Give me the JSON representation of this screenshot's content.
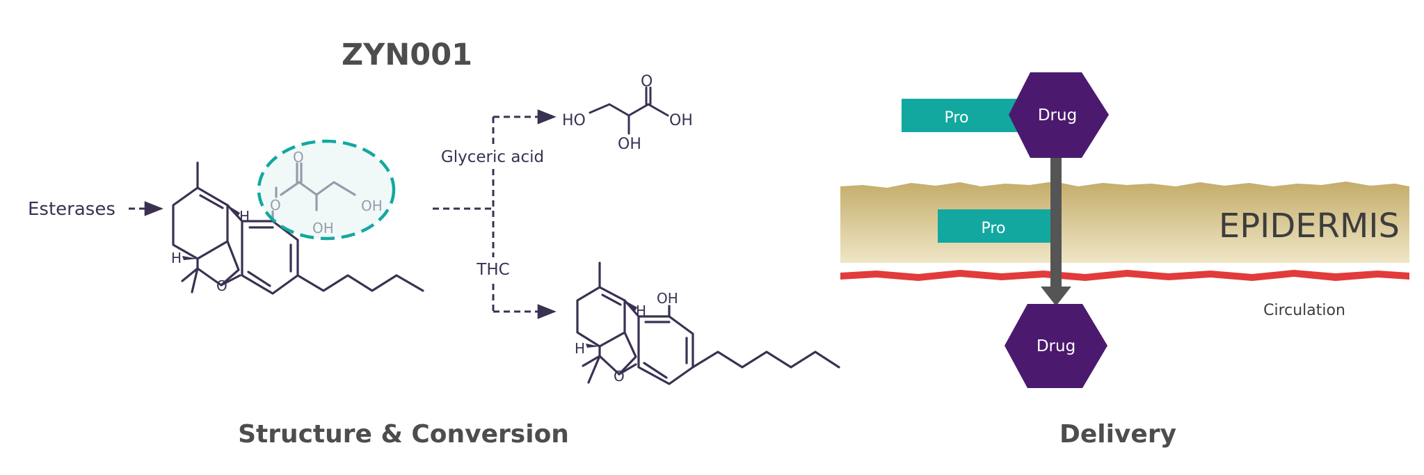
{
  "heading": "ZYN001",
  "structure": {
    "caption": "Structure & Conversion",
    "esterases_label": "Esterases",
    "glyceric_acid_label": "Glyceric acid",
    "thc_label": "THC",
    "atom_labels": {
      "O": "O",
      "OH": "OH",
      "HO": "HO",
      "H": "H"
    }
  },
  "delivery": {
    "caption": "Delivery",
    "pro_label": "Pro",
    "drug_label": "Drug",
    "epidermis_label": "EPIDERMIS",
    "circulation_label": "Circulation"
  },
  "colors": {
    "title_gray": "#4d4d4d",
    "molecule": "#3a3152",
    "teal": "#12a8a0",
    "teal_fill": "#e3f4f3",
    "purple": "#4b1a6e",
    "arrow_gray": "#555555",
    "epidermis_top": "#c4ad6a",
    "epidermis_bottom": "#efe6c6",
    "blood_red": "#e23b3b"
  }
}
